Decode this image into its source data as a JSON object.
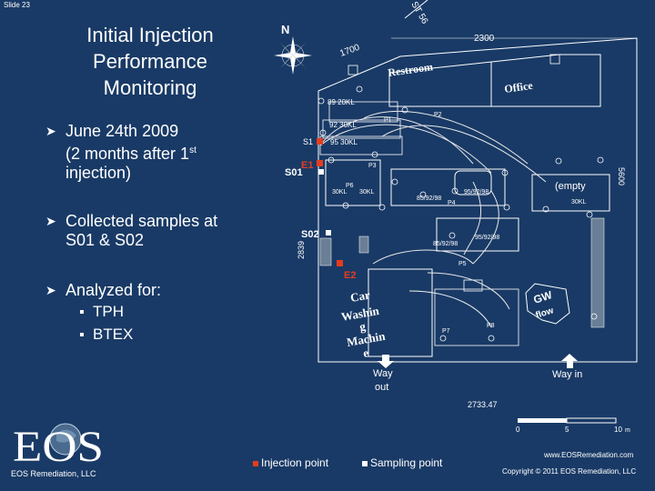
{
  "slide": {
    "number": "Slide 23"
  },
  "title": {
    "line1": "Initial Injection",
    "line2": "Performance",
    "line3": "Monitoring"
  },
  "bullets": [
    {
      "line1": "June 24th 2009",
      "line2": "(2 months after 1",
      "sup": "st",
      "line3": "injection)"
    },
    {
      "line1": "Collected samples at",
      "line2": "S01 & S02"
    },
    {
      "line1": "Analyzed for:",
      "items": [
        "TPH",
        "BTEX"
      ]
    }
  ],
  "map": {
    "north": "N",
    "road_top": "2300",
    "road_left": "1700",
    "road_diag": "ST 56",
    "right_road": "5600",
    "left_road": "2839",
    "bottom_road": "2733.47",
    "restroom": "Restroom",
    "office": "Office",
    "empty": "(empty",
    "car_wash": [
      "Car",
      "Washin",
      "g",
      "Machin",
      "e"
    ],
    "gw_flow": [
      "GW",
      "flow"
    ],
    "way_out": [
      "Way",
      "out"
    ],
    "way_in": "Way in",
    "samples": {
      "s01": "S01",
      "s02": "S02"
    },
    "injections": {
      "e1": "E1",
      "e2": "E2"
    },
    "tanks": [
      "89 20KL",
      "92 30KL",
      "95 30KL",
      "P6 30KL",
      "30KL",
      "30KL",
      "85/92/98",
      "95/92/98",
      "95/92/98",
      "85/92/98"
    ],
    "pipes": {
      "p1": "P1",
      "p2": "P2",
      "p3": "P3",
      "p4": "P4",
      "p5": "P5",
      "p6": "P6",
      "p7": "P7",
      "p8": "P8"
    },
    "s1_label": "S1",
    "scale": {
      "z": "0",
      "m": "5",
      "e": "10",
      "unit": "m"
    }
  },
  "legend": {
    "injection": "Injection point",
    "sampling": "Sampling point"
  },
  "colors": {
    "injection": "#e63c1e",
    "background": "#193a66",
    "line": "#ffffff"
  },
  "footer": {
    "company": "EOS Remediation, LLC",
    "logo_letters": "EOS",
    "website": "www.EOSRemediation.com",
    "copyright": "Copyright © 2011 EOS Remediation, LLC"
  }
}
